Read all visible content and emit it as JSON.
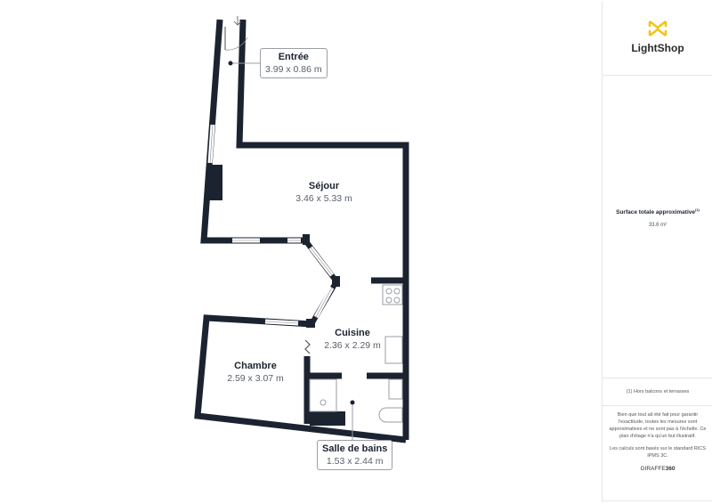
{
  "rooms": [
    {
      "name": "Entrée",
      "dims": "3.99 x 0.86 m"
    },
    {
      "name": "Séjour",
      "dims": "3.46 x 5.33 m"
    },
    {
      "name": "Cuisine",
      "dims": "2.36 x 2.29 m"
    },
    {
      "name": "Chambre",
      "dims": "2.59 x 3.07 m"
    },
    {
      "name": "Salle de bains",
      "dims": "1.53 x 2.44 m"
    }
  ],
  "panel": {
    "logo": "LightShop",
    "surface_label": "Surface totale approximative",
    "surface_sup": "(1)",
    "surface_value": "33.6 m²",
    "footnote": "(1) Hors balcons et terrasses",
    "disclaimer": "Bien que tout ait été fait pour garantir l'exactitude, toutes les mesures sont approximatives et ne sont pas à l'échelle. Ce plan d'étage n'a qu'un but illustratif.",
    "standard": "Les calculs sont basés sur le standard RICS IPMS 3C.",
    "brand_a": "GIRAFFE",
    "brand_b": "360"
  },
  "colors": {
    "wall": "#1c2330",
    "logo": "#f2c418"
  }
}
